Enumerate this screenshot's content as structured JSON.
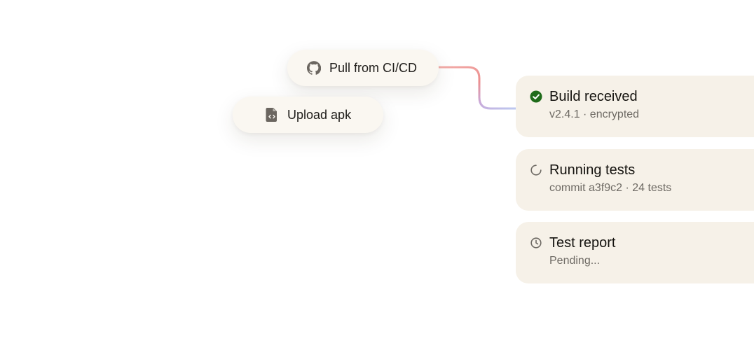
{
  "sources": {
    "ci_pill": {
      "label": "Pull from CI/CD",
      "icon": "github-icon"
    },
    "upload_pill": {
      "label": "Upload apk",
      "icon": "file-code-icon"
    }
  },
  "pipeline": {
    "steps": [
      {
        "title": "Build received",
        "subtitle": "v2.4.1 · encrypted",
        "status": "done",
        "icon": "check-circle-icon",
        "status_color": "#1f6b1a"
      },
      {
        "title": "Running tests",
        "subtitle": "commit a3f9c2 · 24 tests",
        "status": "in-progress",
        "icon": "spinner-icon",
        "status_color": "#6e6a64"
      },
      {
        "title": "Test report",
        "subtitle": "Pending...",
        "status": "pending",
        "icon": "clock-icon",
        "status_color": "#6e6a64"
      }
    ]
  },
  "colors": {
    "pill_bg": "#faf7f1",
    "card_bg": "#f6f1e8",
    "connector_start": "#f0a0a0",
    "connector_end": "#b4c0ec"
  }
}
